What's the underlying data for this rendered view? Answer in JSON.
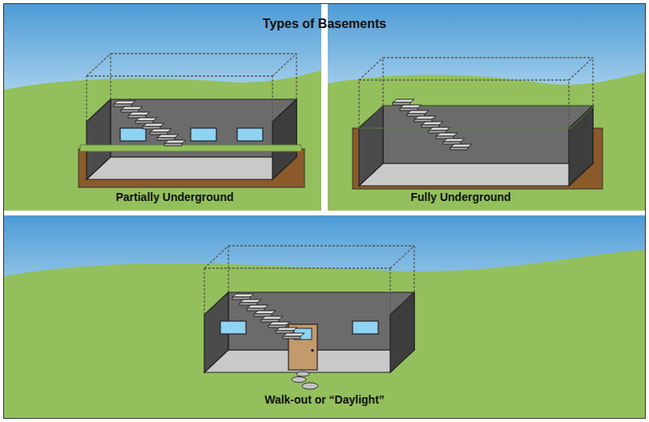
{
  "diagram": {
    "title": "Types of Basements",
    "labels": [
      "Partially Underground",
      "Fully Underground",
      "Walk-out or “Daylight”"
    ]
  }
}
